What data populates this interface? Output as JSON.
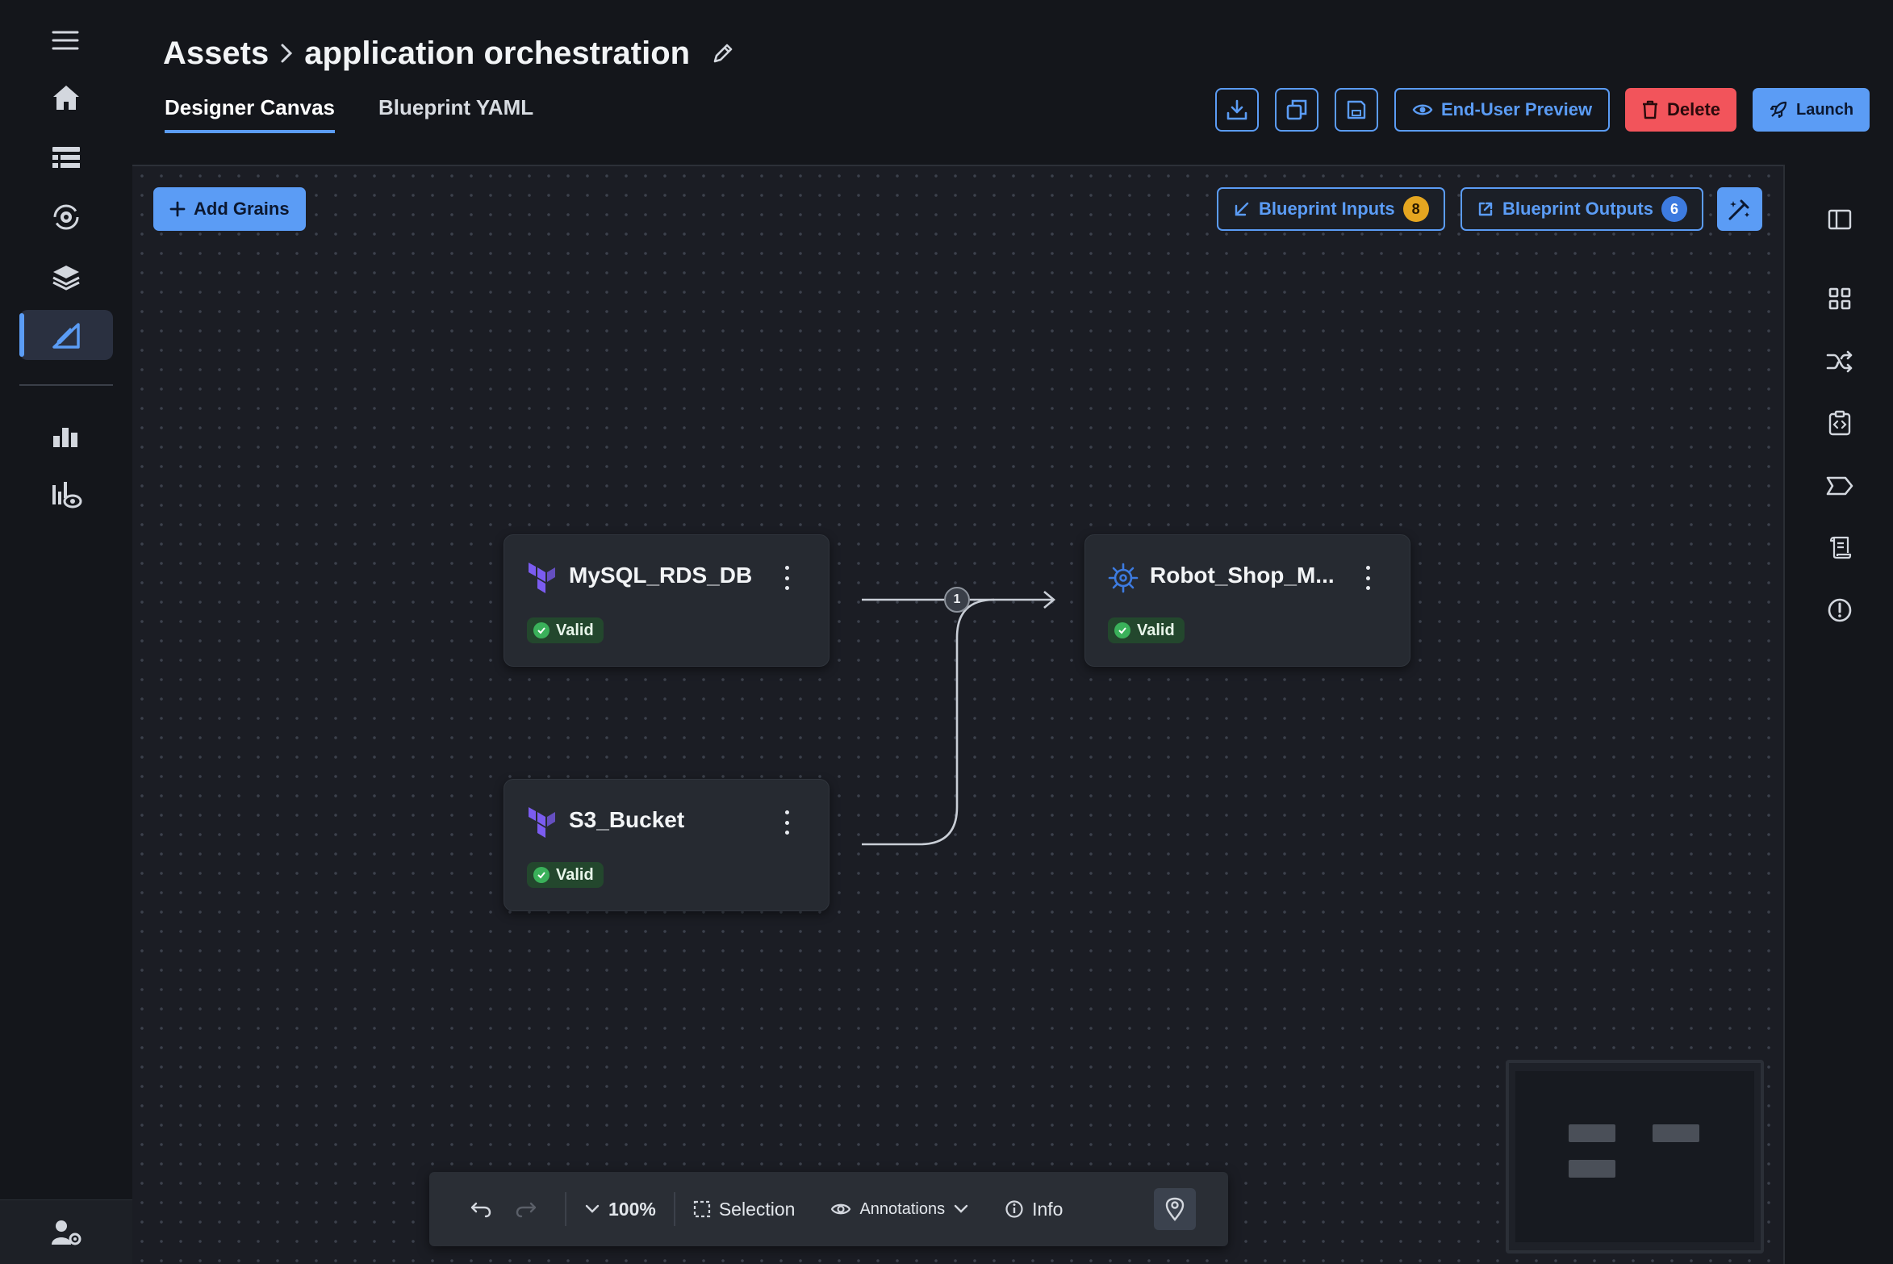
{
  "breadcrumb": {
    "root": "Assets",
    "current": "application orchestration"
  },
  "tabs": [
    {
      "label": "Designer Canvas",
      "active": true
    },
    {
      "label": "Blueprint YAML",
      "active": false
    }
  ],
  "toolbar_actions": {
    "preview": "End-User Preview",
    "delete": "Delete",
    "launch": "Launch"
  },
  "canvas": {
    "add_grains": "Add Grains",
    "blueprint_inputs": {
      "label": "Blueprint Inputs",
      "count": "8"
    },
    "blueprint_outputs": {
      "label": "Blueprint Outputs",
      "count": "6"
    }
  },
  "nodes": [
    {
      "title": "MySQL_RDS_DB",
      "status": "Valid",
      "type": "terraform-icon"
    },
    {
      "title": "Robot_Shop_M...",
      "status": "Valid",
      "type": "helm-icon"
    },
    {
      "title": "S3_Bucket",
      "status": "Valid",
      "type": "terraform-icon"
    }
  ],
  "connection_label": "1",
  "bottom_toolbar": {
    "zoom": "100%",
    "selection": "Selection",
    "annotations": "Annotations",
    "info": "Info"
  },
  "colors": {
    "accent": "#5b9cf5",
    "danger": "#f2545b",
    "valid": "#3ab15a",
    "inputs_badge": "#e5a620",
    "outputs_badge": "#3d7be0"
  }
}
